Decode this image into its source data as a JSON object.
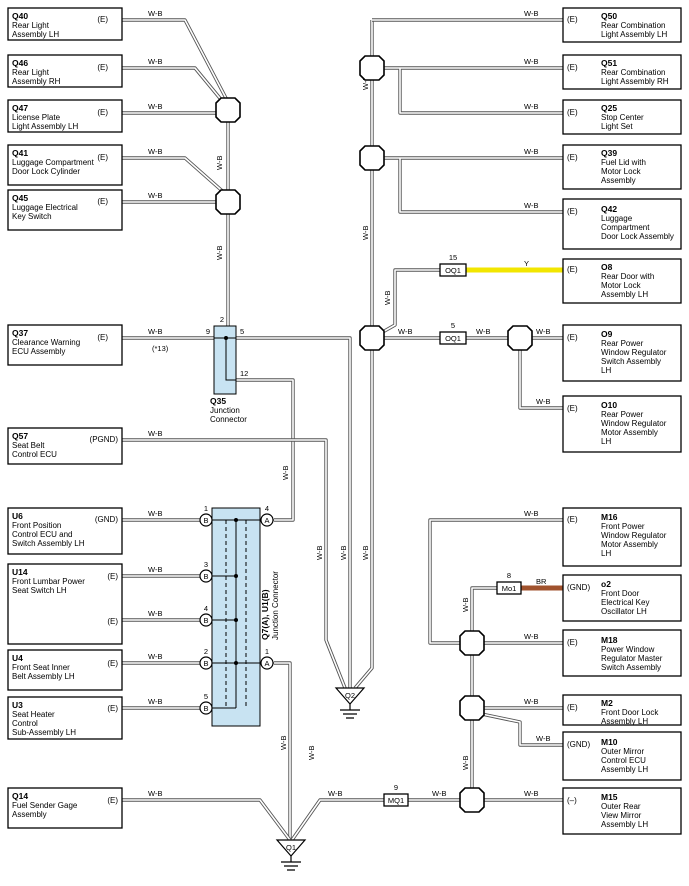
{
  "wire_colors": {
    "wb": "W-B",
    "y": "Y",
    "br": "BR"
  },
  "colors": {
    "yellow_wire": "#f2e600",
    "brown_wire": "#a0522d",
    "junction_fill": "#c8e3f2"
  },
  "components": {
    "q40": {
      "code": "Q40",
      "l1": "Rear Light",
      "l2": "Assembly LH",
      "l3": "",
      "term": "(E)"
    },
    "q46": {
      "code": "Q46",
      "l1": "Rear Light",
      "l2": "Assembly RH",
      "l3": "",
      "term": "(E)"
    },
    "q47": {
      "code": "Q47",
      "l1": "License Plate",
      "l2": "Light Assembly LH",
      "l3": "",
      "term": "(E)"
    },
    "q41": {
      "code": "Q41",
      "l1": "Luggage Compartment",
      "l2": "Door Lock Cylinder",
      "l3": "",
      "term": "(E)"
    },
    "q45": {
      "code": "Q45",
      "l1": "Luggage Electrical",
      "l2": "Key Switch",
      "l3": "",
      "term": "(E)"
    },
    "q37": {
      "code": "Q37",
      "l1": "Clearance Warning",
      "l2": "ECU Assembly",
      "l3": "",
      "term": "(E)"
    },
    "q57": {
      "code": "Q57",
      "l1": "Seat Belt",
      "l2": "Control ECU",
      "l3": "",
      "term": "(PGND)"
    },
    "u6": {
      "code": "U6",
      "l1": "Front Position",
      "l2": "Control ECU and",
      "l3": "Switch Assembly LH",
      "term": "(GND)"
    },
    "u14": {
      "code": "U14",
      "l1": "Front Lumbar Power",
      "l2": "Seat Switch LH",
      "l3": "",
      "term": "(E)",
      "term2": "(E)"
    },
    "u4": {
      "code": "U4",
      "l1": "Front Seat Inner",
      "l2": "Belt Assembly LH",
      "l3": "",
      "term": "(E)"
    },
    "u3": {
      "code": "U3",
      "l1": "Seat Heater",
      "l2": "Control",
      "l3": "Sub-Assembly LH",
      "term": "(E)"
    },
    "q14": {
      "code": "Q14",
      "l1": "Fuel Sender Gage",
      "l2": "Assembly",
      "l3": "",
      "term": "(E)"
    },
    "q50": {
      "code": "Q50",
      "l1": "Rear Combination",
      "l2": "Light Assembly LH",
      "l3": "",
      "term": "(E)"
    },
    "q51": {
      "code": "Q51",
      "l1": "Rear Combination",
      "l2": "Light Assembly RH",
      "l3": "",
      "term": "(E)"
    },
    "q25": {
      "code": "Q25",
      "l1": "Stop Center",
      "l2": "Light Set",
      "l3": "",
      "term": "(E)"
    },
    "q39": {
      "code": "Q39",
      "l1": "Fuel Lid with",
      "l2": "Motor Lock",
      "l3": "Assembly",
      "term": "(E)"
    },
    "q42": {
      "code": "Q42",
      "l1": "Luggage",
      "l2": "Compartment",
      "l3": "Door Lock Assembly",
      "term": "(E)"
    },
    "o8": {
      "code": "O8",
      "l1": "Rear Door with",
      "l2": "Motor Lock",
      "l3": "Assembly LH",
      "term": "(E)"
    },
    "o9": {
      "code": "O9",
      "l1": "Rear Power",
      "l2": "Window Regulator",
      "l3": "Switch Assembly",
      "l4": "LH",
      "term": "(E)"
    },
    "o10": {
      "code": "O10",
      "l1": "Rear Power",
      "l2": "Window Regulator",
      "l3": "Motor Assembly",
      "l4": "LH",
      "term": "(E)"
    },
    "m16": {
      "code": "M16",
      "l1": "Front Power",
      "l2": "Window Regulator",
      "l3": "Motor Assembly",
      "l4": "LH",
      "term": "(E)"
    },
    "o2": {
      "code": "o2",
      "l1": "Front Door",
      "l2": "Electrical Key",
      "l3": "Oscillator LH",
      "term": "(GND)"
    },
    "m18": {
      "code": "M18",
      "l1": "Power Window",
      "l2": "Regulator Master",
      "l3": "Switch Assembly",
      "term": "(E)"
    },
    "m2": {
      "code": "M2",
      "l1": "Front Door Lock",
      "l2": "Assembly LH",
      "l3": "",
      "term": "(E)"
    },
    "m10": {
      "code": "M10",
      "l1": "Outer Mirror",
      "l2": "Control ECU",
      "l3": "Assembly LH",
      "term": "(GND)"
    },
    "m15": {
      "code": "M15",
      "l1": "Outer Rear",
      "l2": "View Mirror",
      "l3": "Assembly LH",
      "term": "(–)"
    }
  },
  "junctions": {
    "q35": {
      "code": "Q35",
      "l1": "Junction",
      "l2": "Connector",
      "pin2": "2",
      "pin9": "9",
      "pin5": "5",
      "pin12": "12",
      "ref": "(*13)"
    },
    "q7": {
      "label": "Q7(A), U1(B)",
      "sub": "Junction Connector",
      "p1": "1",
      "p3": "3",
      "p4": "4",
      "p2": "2",
      "p5": "5",
      "pA4": "4",
      "pA1": "1",
      "letterA": "A",
      "letterB": "B"
    }
  },
  "connectors": {
    "oq1a": {
      "name": "OQ1",
      "pin": "15"
    },
    "oq1b": {
      "name": "OQ1",
      "pin": "5"
    },
    "mo1": {
      "name": "Mo1",
      "pin": "8"
    },
    "mq1": {
      "name": "MQ1",
      "pin": "9"
    }
  },
  "grounds": {
    "q1": "Q1",
    "q2": "Q2"
  }
}
